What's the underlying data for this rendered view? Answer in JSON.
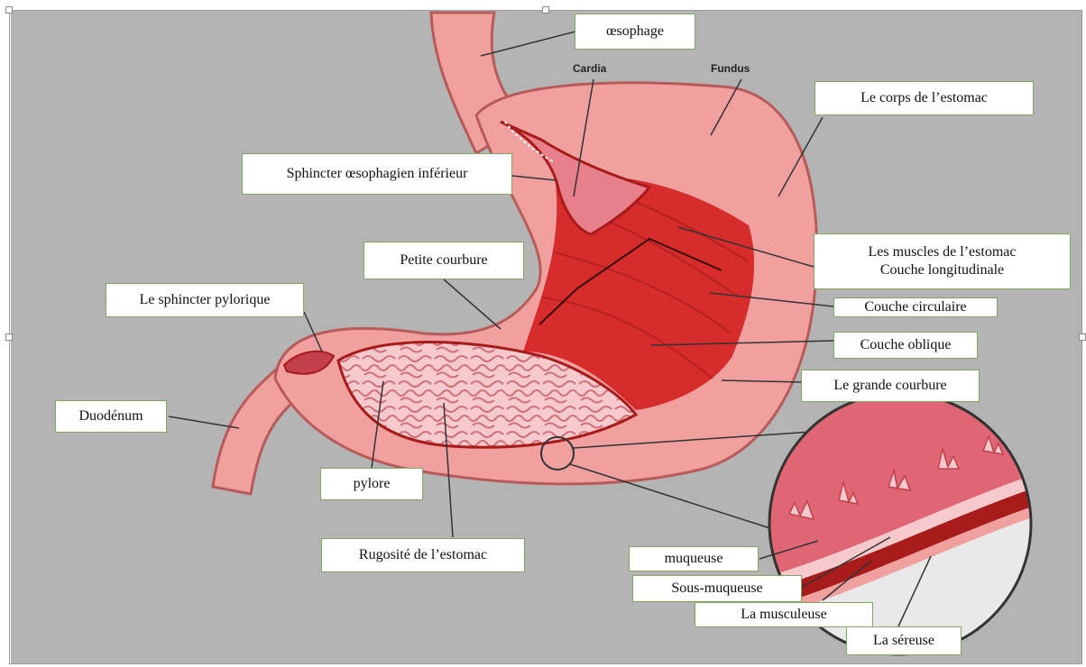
{
  "labels": {
    "oesophage": "œsophage",
    "cardia": "Cardia",
    "fundus": "Fundus",
    "corps": "Le corps de l’estomac",
    "sphincter_oeso": "Sphincter œsophagien inférieur",
    "muscles_line1": "Les muscles de l’estomac",
    "muscles_line2": "Couche longitudinale",
    "petite_courbure": "Petite courbure",
    "sphincter_pyl": "Le sphincter pylorique",
    "couche_circ": "Couche circulaire",
    "couche_obl": "Couche oblique",
    "duodenum": "Duodénum",
    "grande_courbure": "Le grande courbure",
    "pylore": "pylore",
    "rugosite": "Rugosité de l’estomac",
    "muqueuse": "muqueuse",
    "sous_muqueuse": "Sous-muqueuse",
    "musculeuse": "La musculeuse",
    "sereuse": "La séreuse"
  },
  "colors": {
    "background": "#b4b4b4",
    "label_border": "#7fa862",
    "stomach_wall": "#f0a19f",
    "muscle": "#d62c2c",
    "mucosa": "#f6c9cc"
  }
}
